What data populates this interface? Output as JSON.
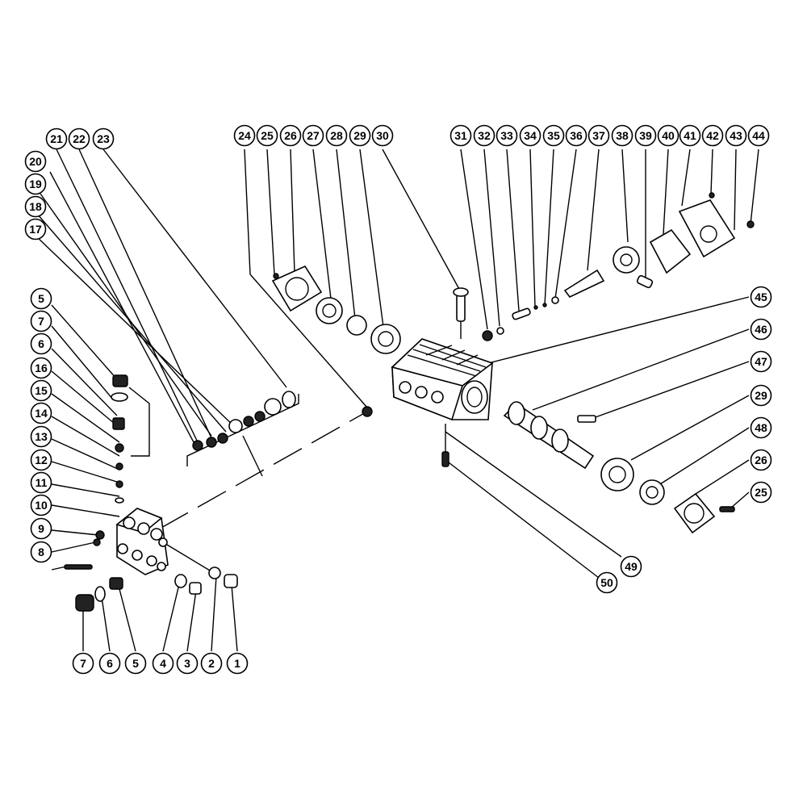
{
  "callouts": [
    "1",
    "2",
    "3",
    "4",
    "5",
    "6",
    "7",
    "5",
    "6",
    "7",
    "8",
    "9",
    "10",
    "11",
    "12",
    "13",
    "14",
    "15",
    "16",
    "17",
    "18",
    "19",
    "20",
    "21",
    "22",
    "23",
    "24",
    "25",
    "26",
    "27",
    "28",
    "29",
    "30",
    "31",
    "32",
    "33",
    "34",
    "35",
    "36",
    "37",
    "38",
    "39",
    "40",
    "41",
    "42",
    "43",
    "44",
    "45",
    "46",
    "47",
    "29",
    "48",
    "26",
    "25",
    "49",
    "50"
  ]
}
